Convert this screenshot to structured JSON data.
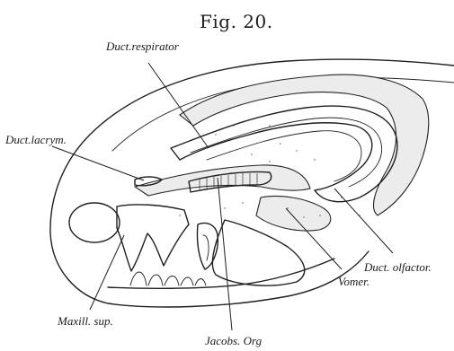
{
  "figure": {
    "title": "Fig. 20.",
    "labels": {
      "duct_respirator": "Duct.respirator",
      "duct_lacrym": "Duct.lacrym.",
      "duct_olfactor": "Duct. olfactor.",
      "vomer": "Vomer.",
      "maxill_sup": "Maxill. sup.",
      "jacobs_org": "Jacobs. Org"
    }
  }
}
